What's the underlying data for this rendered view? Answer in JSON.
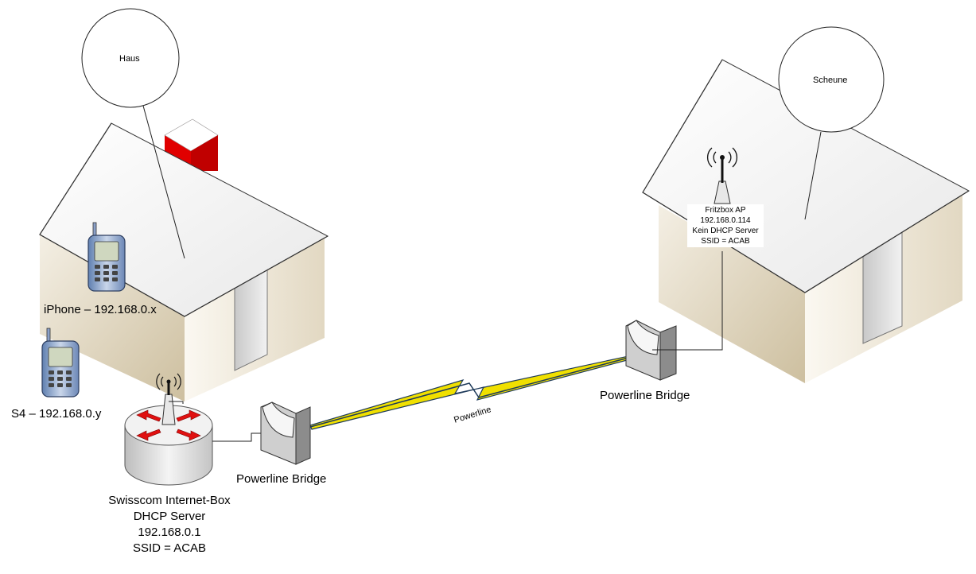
{
  "diagram": {
    "callouts": {
      "house": "Haus",
      "barn": "Scheune"
    },
    "devices": {
      "iphone": "iPhone – 192.168.0.x",
      "s4": "S4 – 192.168.0.y",
      "bridge_left": "Powerline Bridge",
      "bridge_right": "Powerline Bridge",
      "link": "Powerline",
      "router_lines": [
        "Swisscom Internet-Box",
        "DHCP Server",
        "192.168.0.1",
        "SSID = ACAB"
      ],
      "ap_lines": [
        "Fritzbox AP",
        "192.168.0.114",
        "Kein DHCP Server",
        "SSID = ACAB"
      ]
    },
    "icons": [
      "house-icon",
      "barn-icon",
      "chimney-icon",
      "phone-icon",
      "router-icon",
      "bridge-icon",
      "antenna-icon",
      "lightning-icon"
    ],
    "colors": {
      "chimney": "#e00000",
      "roof": "#ffffff",
      "wall_front": "#d8ccb4",
      "wall_side": "#efe8d8",
      "door": "#d6d6d6",
      "lightning": "#f0e000",
      "link_line": "#1e3a5a",
      "router_arrow": "#e01010"
    }
  }
}
